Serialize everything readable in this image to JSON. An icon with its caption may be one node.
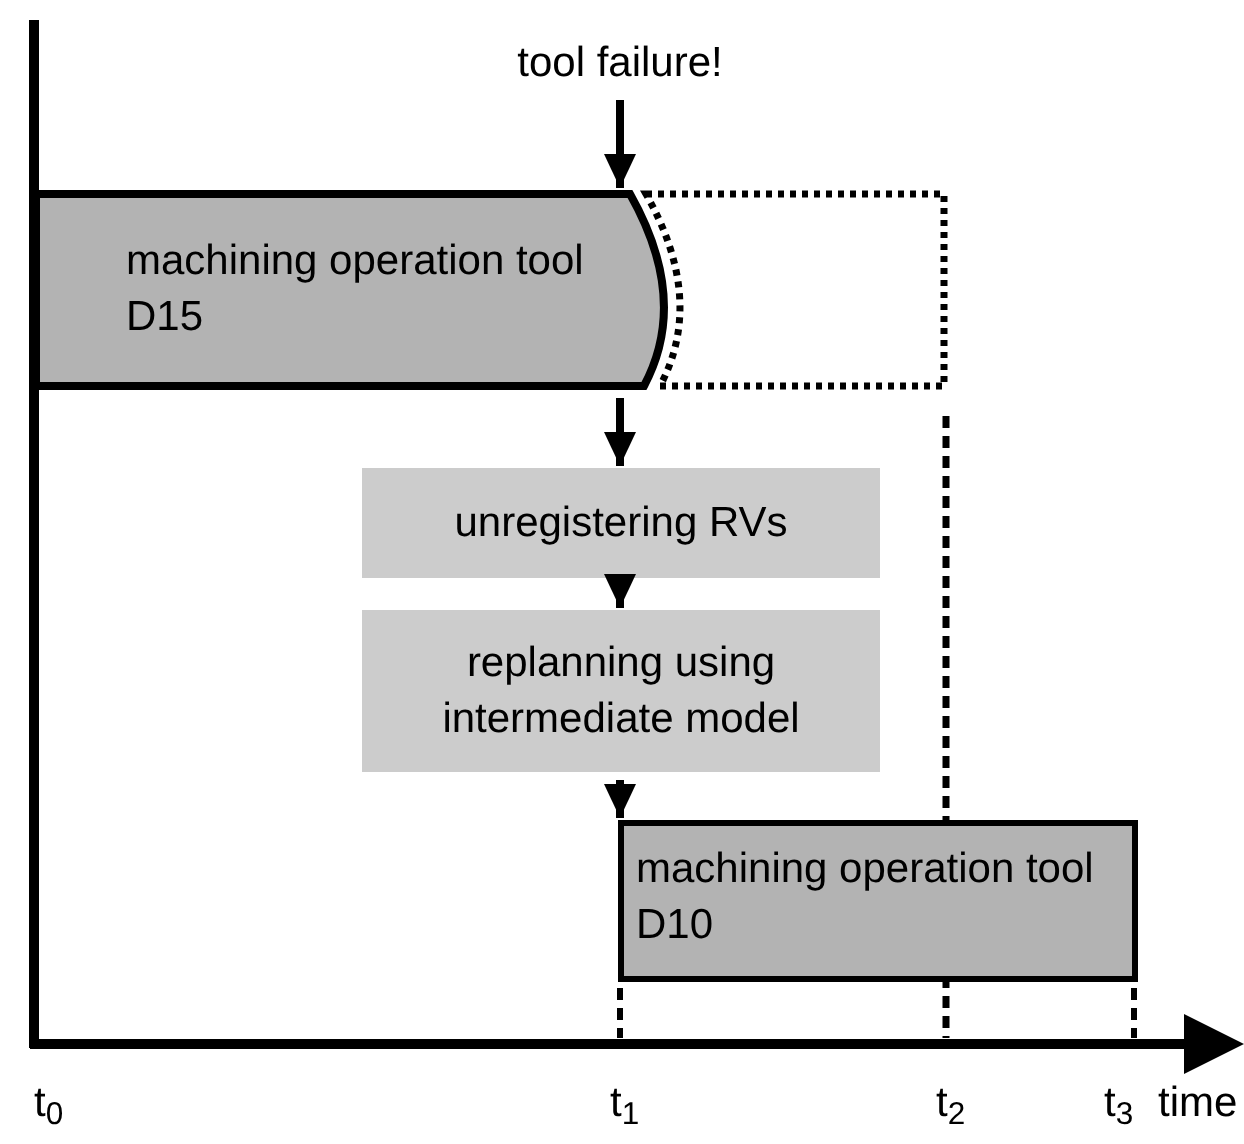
{
  "diagram": {
    "nodes": [
      {
        "text": [
          "tool failure!"
        ]
      },
      {
        "text": [
          "machining operation tool D15"
        ]
      },
      {
        "text": [],
        "shape": "box"
      },
      {
        "text": [
          "unregistering RVs"
        ]
      },
      {
        "text": [
          "replanning using intermediate model"
        ]
      },
      {
        "text": [
          "machining operation tool D10"
        ]
      }
    ],
    "edges": [
      {
        "from": 0,
        "to": 1,
        "arrow": "to"
      },
      {
        "from": 1,
        "to": 3,
        "arrow": "to"
      },
      {
        "from": 3,
        "to": 4,
        "arrow": "to"
      },
      {
        "from": 4,
        "to": 5,
        "arrow": "to"
      }
    ],
    "labels": [
      "t$_{0}$",
      "t$_{1}$",
      "t$_{2}$",
      "t$_{3}$",
      "time"
    ]
  }
}
